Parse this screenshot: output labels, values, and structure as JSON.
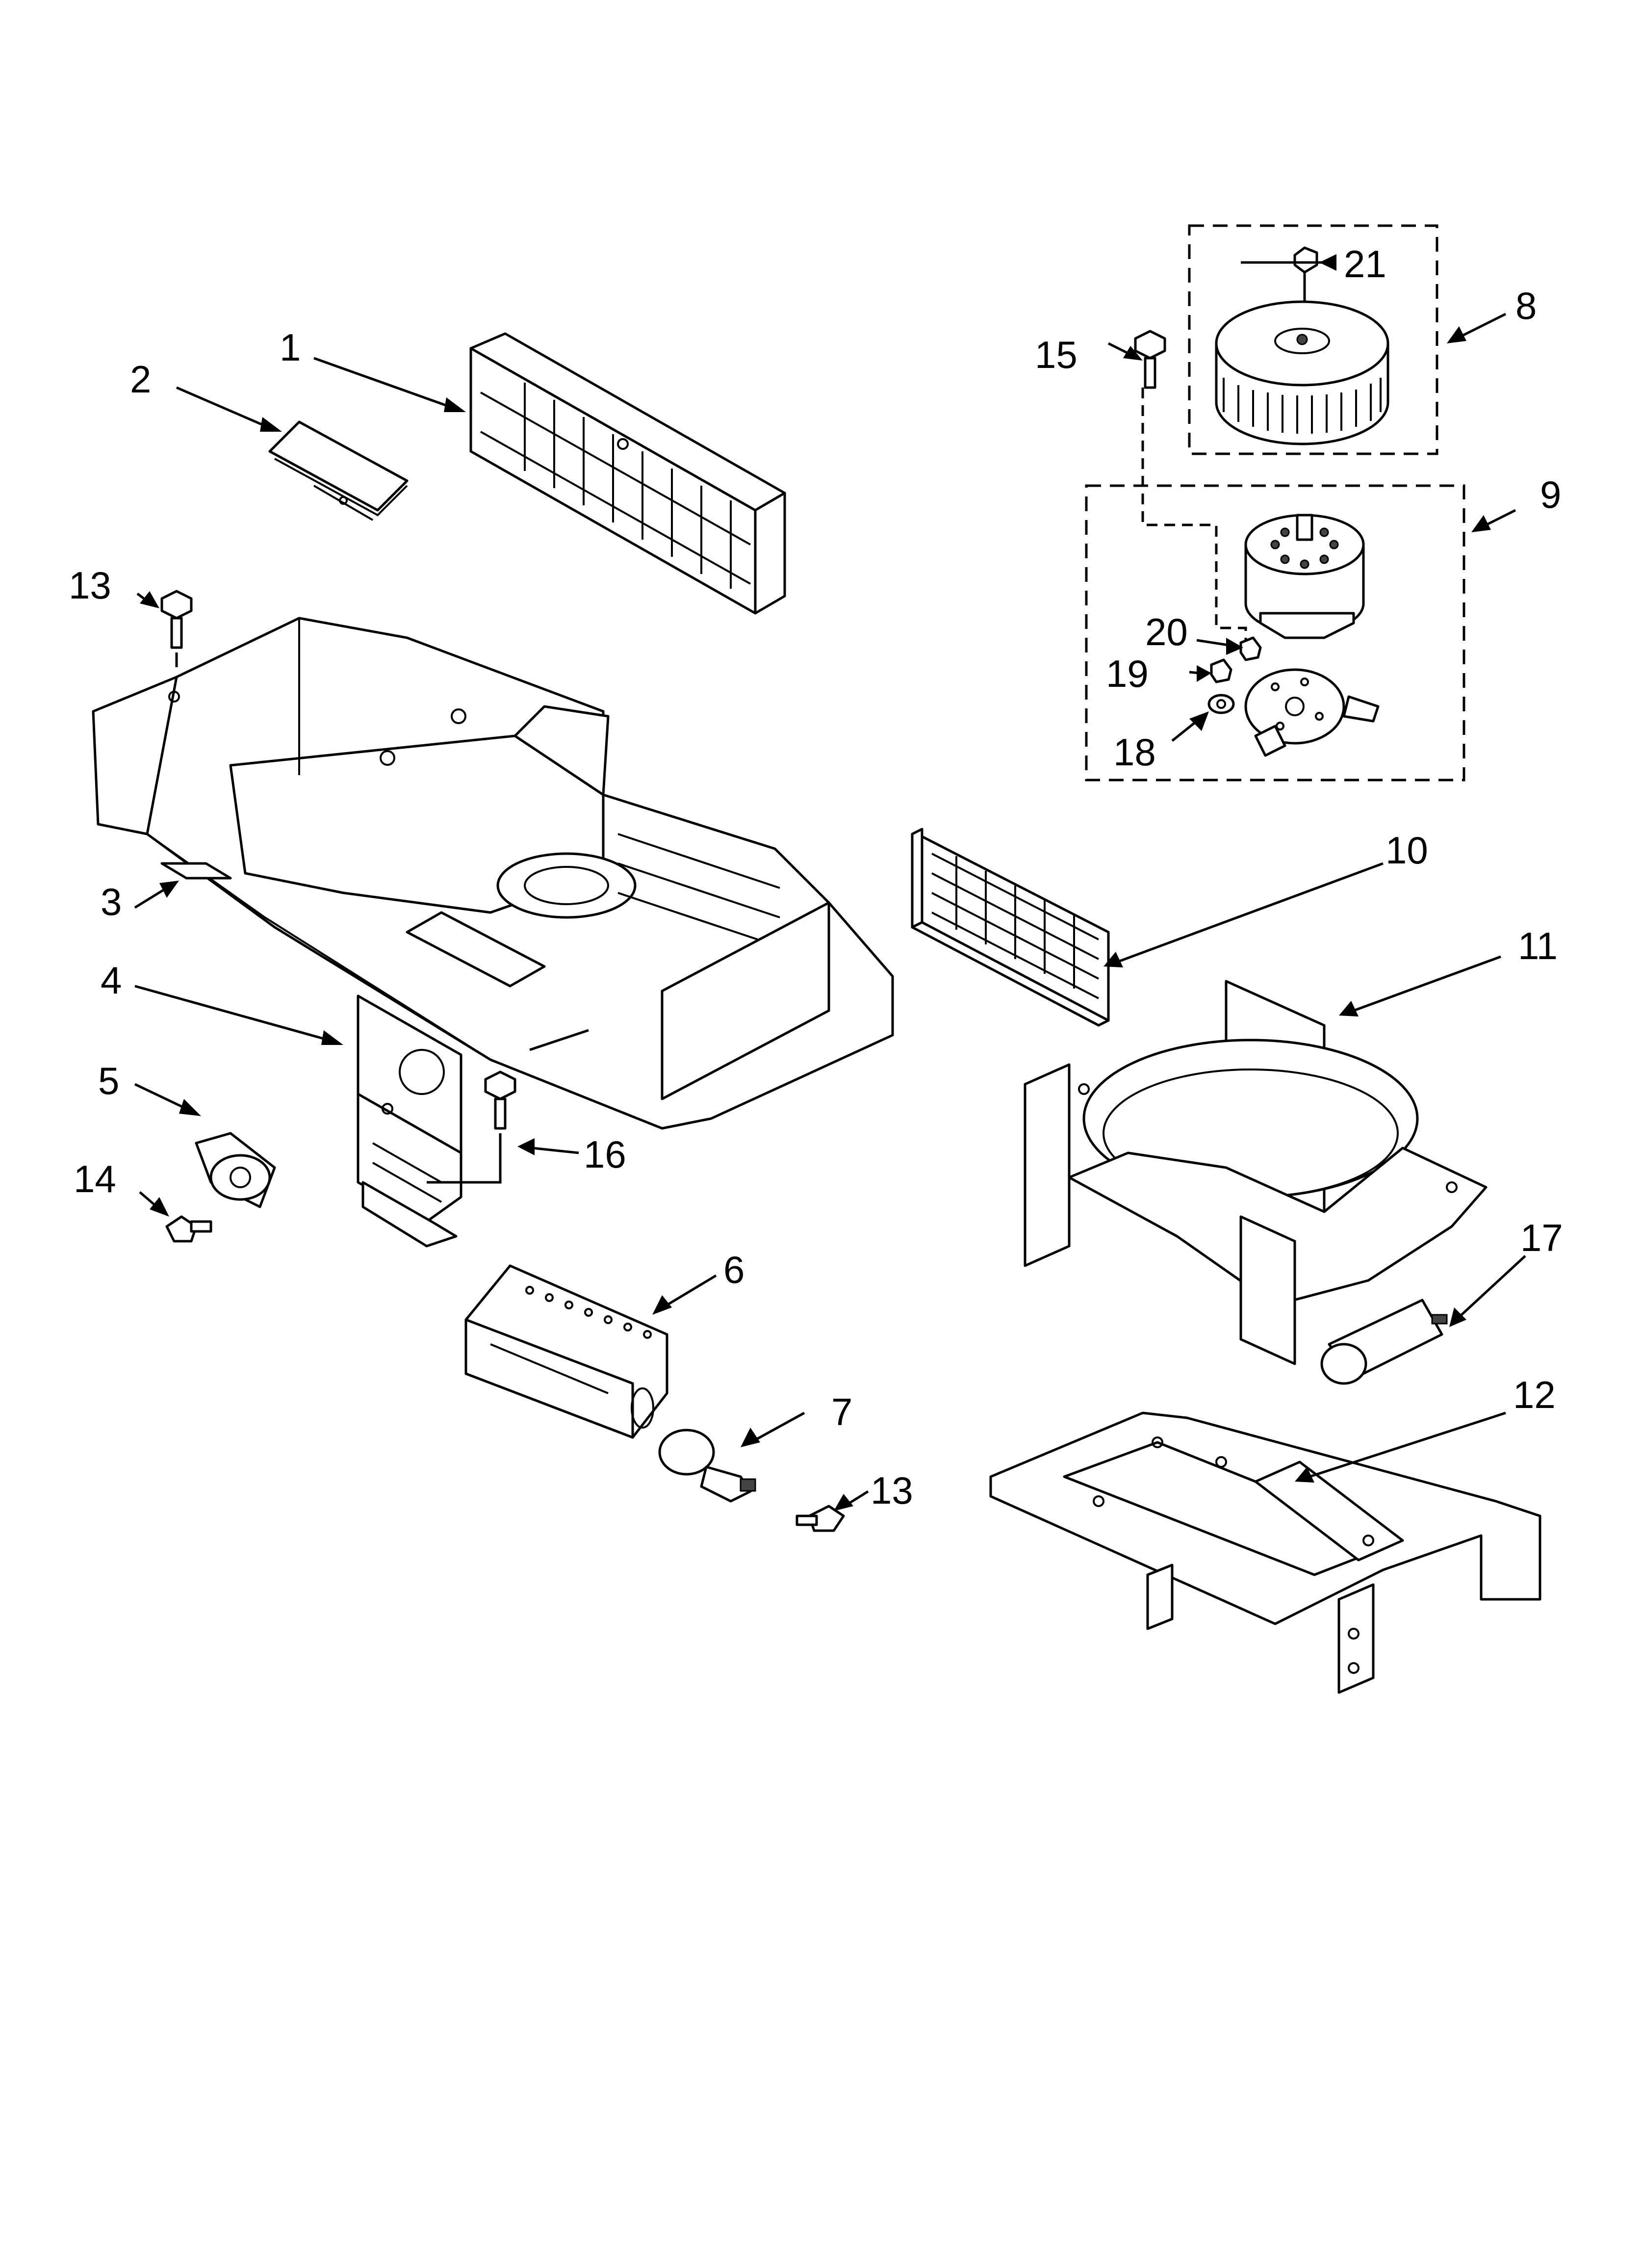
{
  "labels": {
    "l1": "1",
    "l2": "2",
    "l3": "3",
    "l4": "4",
    "l5": "5",
    "l6": "6",
    "l7": "7",
    "l8": "8",
    "l9": "9",
    "l10": "10",
    "l11": "11",
    "l12": "12",
    "l13a": "13",
    "l13b": "13",
    "l14": "14",
    "l15": "15",
    "l16": "16",
    "l17": "17",
    "l18": "18",
    "l19": "19",
    "l20": "20",
    "l21": "21"
  }
}
